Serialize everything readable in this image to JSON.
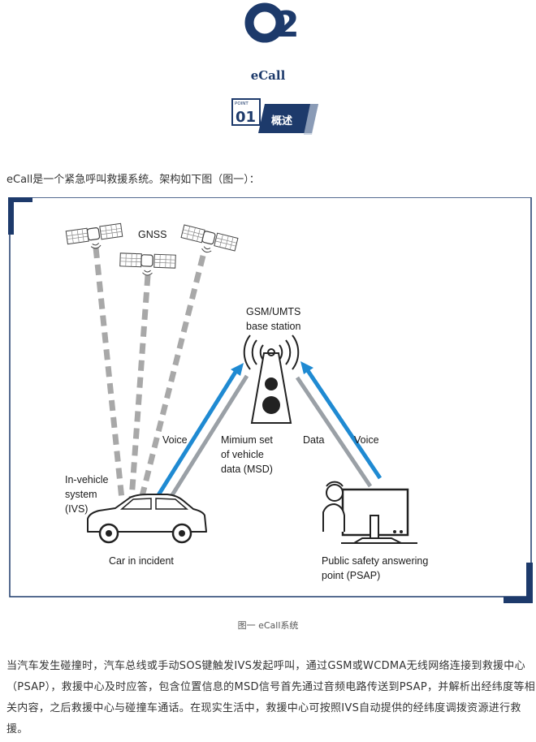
{
  "header": {
    "logo_number": "02",
    "section_title": "eCall",
    "badge_point": "POINT",
    "badge_number": "01",
    "badge_label": "概述"
  },
  "intro": "eCall是一个紧急呼叫救援系统。架构如下图（图一）：",
  "figure": {
    "labels": {
      "gnss": "GNSS",
      "gsm_line1": "GSM/UMTS",
      "gsm_line2": "base station",
      "voice_left": "Voice",
      "msd_line1": "Mimium set",
      "msd_line2": "of vehicle",
      "msd_line3": "data (MSD)",
      "data_right": "Data",
      "voice_right": "Voice",
      "ivs_line1": "In-vehicle",
      "ivs_line2": "system",
      "ivs_line3": "(IVS)",
      "car": "Car in incident",
      "psap_line1": "Public safety answering",
      "psap_line2": "point (PSAP)"
    },
    "caption": "图一  eCall系统"
  },
  "body_text": "当汽车发生碰撞时，汽车总线或手动SOS键触发IVS发起呼叫，通过GSM或WCDMA无线网络连接到救援中心（PSAP），救援中心及时应答，包含位置信息的MSD信号首先通过音频电路传送到PSAP，并解析出经纬度等相关内容，之后救援中心与碰撞车通话。在现实生活中，救援中心可按照IVS自动提供的经纬度调拨资源进行救援。",
  "colors": {
    "navy": "#1d3a6b",
    "voice_blue": "#1f8ad2",
    "data_gray": "#9aa0a6",
    "beam_gray": "#a8a8a8"
  }
}
